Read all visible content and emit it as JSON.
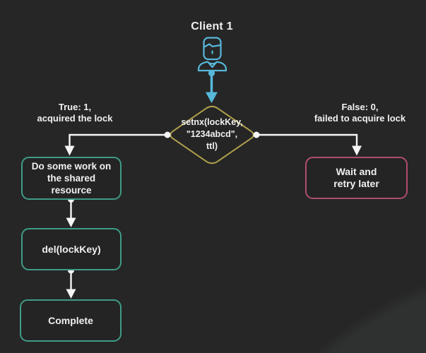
{
  "colors": {
    "background": "#262626",
    "background_highlight": "#2f3030",
    "client_accent": "#57b8da",
    "decision_border": "#b0a14b",
    "success_border": "#3f9b86",
    "fail_border": "#b04d71",
    "connector": "#f5f5f5",
    "text": "#f0f0f0",
    "node_fill": "#242424"
  },
  "client": {
    "label": "Client 1"
  },
  "decision": {
    "line1": "setnx(lockKey,",
    "line2": "\"1234abcd\",",
    "line3": "ttl)"
  },
  "branch_true": {
    "line1": "True: 1,",
    "line2": "acquired the lock"
  },
  "branch_false": {
    "line1": "False: 0,",
    "line2": "failed to acquire lock"
  },
  "nodes": {
    "work": {
      "line1": "Do some work on",
      "line2": "the shared",
      "line3": "resource"
    },
    "del": {
      "label": "del(lockKey)"
    },
    "complete": {
      "label": "Complete"
    },
    "wait": {
      "line1": "Wait and",
      "line2": "retry later"
    }
  }
}
